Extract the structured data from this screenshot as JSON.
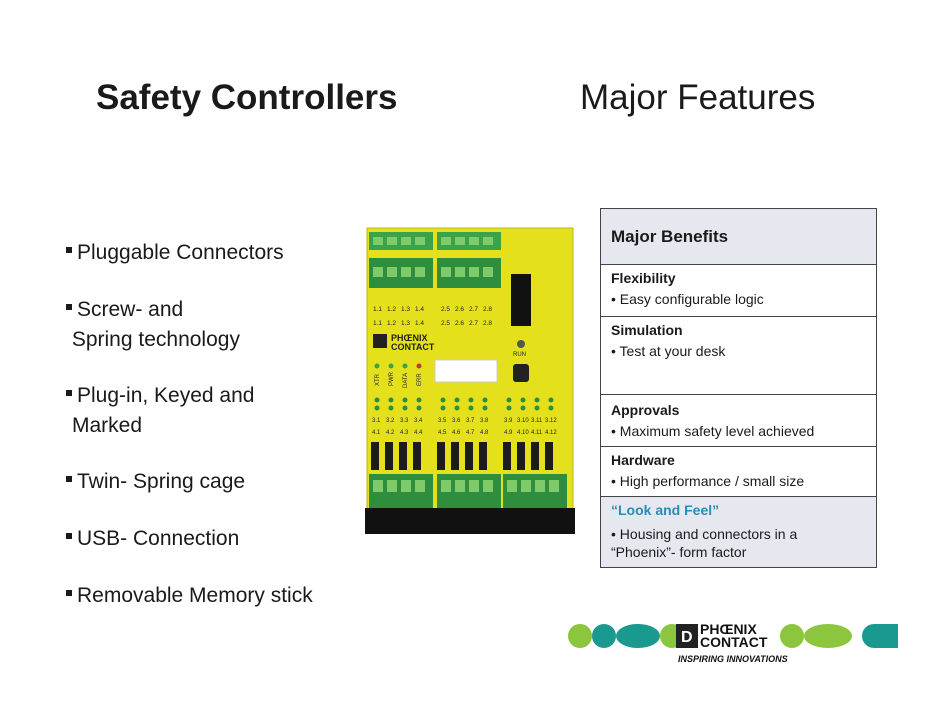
{
  "slide": {
    "title_left": "Safety Controllers",
    "title_right": "Major Features"
  },
  "features": [
    {
      "line1": "Pluggable Connectors",
      "line2": ""
    },
    {
      "line1": "Screw- and",
      "line2": " Spring technology"
    },
    {
      "line1": "Plug-in, Keyed and",
      "line2": "Marked"
    },
    {
      "line1": "Twin- Spring cage",
      "line2": ""
    },
    {
      "line1": "USB- Connection",
      "line2": ""
    },
    {
      "line1": "Removable Memory stick",
      "line2": ""
    }
  ],
  "device": {
    "brand_line1": "PHŒNIX",
    "brand_line2": "CONTACT",
    "run_label": "RUN",
    "leds": [
      "XTR",
      "PWR",
      "DATA",
      "ERR"
    ],
    "top_labels_a": [
      "1.1",
      "1.2",
      "1.3",
      "1.4"
    ],
    "top_labels_b": [
      "2.5",
      "2.6",
      "2.7",
      "2.8"
    ],
    "top_labels_c": [
      "1.1",
      "1.2",
      "1.3",
      "1.4"
    ],
    "top_labels_d": [
      "2.5",
      "2.6",
      "2.7",
      "2.8"
    ],
    "mid_labels_a": [
      "3.1",
      "3.2",
      "3.3",
      "3.4",
      "3.5",
      "3.6",
      "3.7",
      "3.8",
      "3.9",
      "3.10",
      "3.11",
      "3.12"
    ],
    "mid_labels_b": [
      "4.1",
      "4.2",
      "4.3",
      "4.4",
      "4.5",
      "4.6",
      "4.7",
      "4.8",
      "4.9",
      "4.10",
      "4.11",
      "4.12"
    ]
  },
  "benefits": {
    "header": "Major Benefits",
    "rows": [
      {
        "title": "Flexibility",
        "text": "• Easy configurable logic"
      },
      {
        "title": "Simulation",
        "text": "• Test at your desk"
      },
      {
        "title": "Approvals",
        "text": "• Maximum safety level achieved"
      },
      {
        "title": "Hardware",
        "text": "• High performance / small size"
      }
    ],
    "last": {
      "title": "“Look and Feel”",
      "text1": "• Housing and connectors in a",
      "text2": "“Phoenix”- form factor"
    }
  },
  "logo": {
    "line1": "PHŒNIX",
    "line2": "CONTACT",
    "tagline": "INSPIRING INNOVATIONS"
  },
  "colors": {
    "accent_blue": "#2a8bb4",
    "device_yellow": "#e4e11c",
    "connector_green": "#3aa34a",
    "logo_green": "#8cc63e",
    "logo_teal": "#1a9a8e"
  }
}
